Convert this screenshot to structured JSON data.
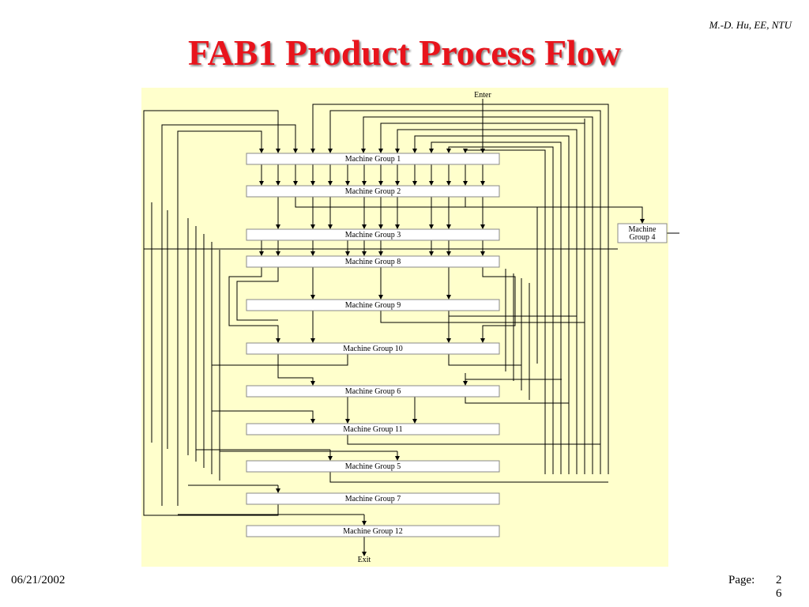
{
  "header": {
    "author": "M.-D. Hu, EE, NTU",
    "title": "FAB1 Product Process Flow"
  },
  "footer": {
    "date": "06/21/2002",
    "page_label": "Page:",
    "page_number": "26"
  },
  "colors": {
    "title": "#e8141c",
    "diagram_bg": "#ffffcc",
    "line": "#000000"
  },
  "diagram": {
    "enter": "Enter",
    "exit": "Exit",
    "groups": {
      "g1": "Machine Group 1",
      "g2": "Machine Group 2",
      "g3": "Machine Group 3",
      "g8": "Machine Group 8",
      "g9": "Machine Group 9",
      "g10": "Machine Group 10",
      "g6": "Machine Group 6",
      "g11": "Machine Group 11",
      "g5": "Machine Group 5",
      "g7": "Machine Group 7",
      "g12": "Machine Group 12",
      "g4_line1": "Machine",
      "g4_line2": "Group 4"
    }
  }
}
